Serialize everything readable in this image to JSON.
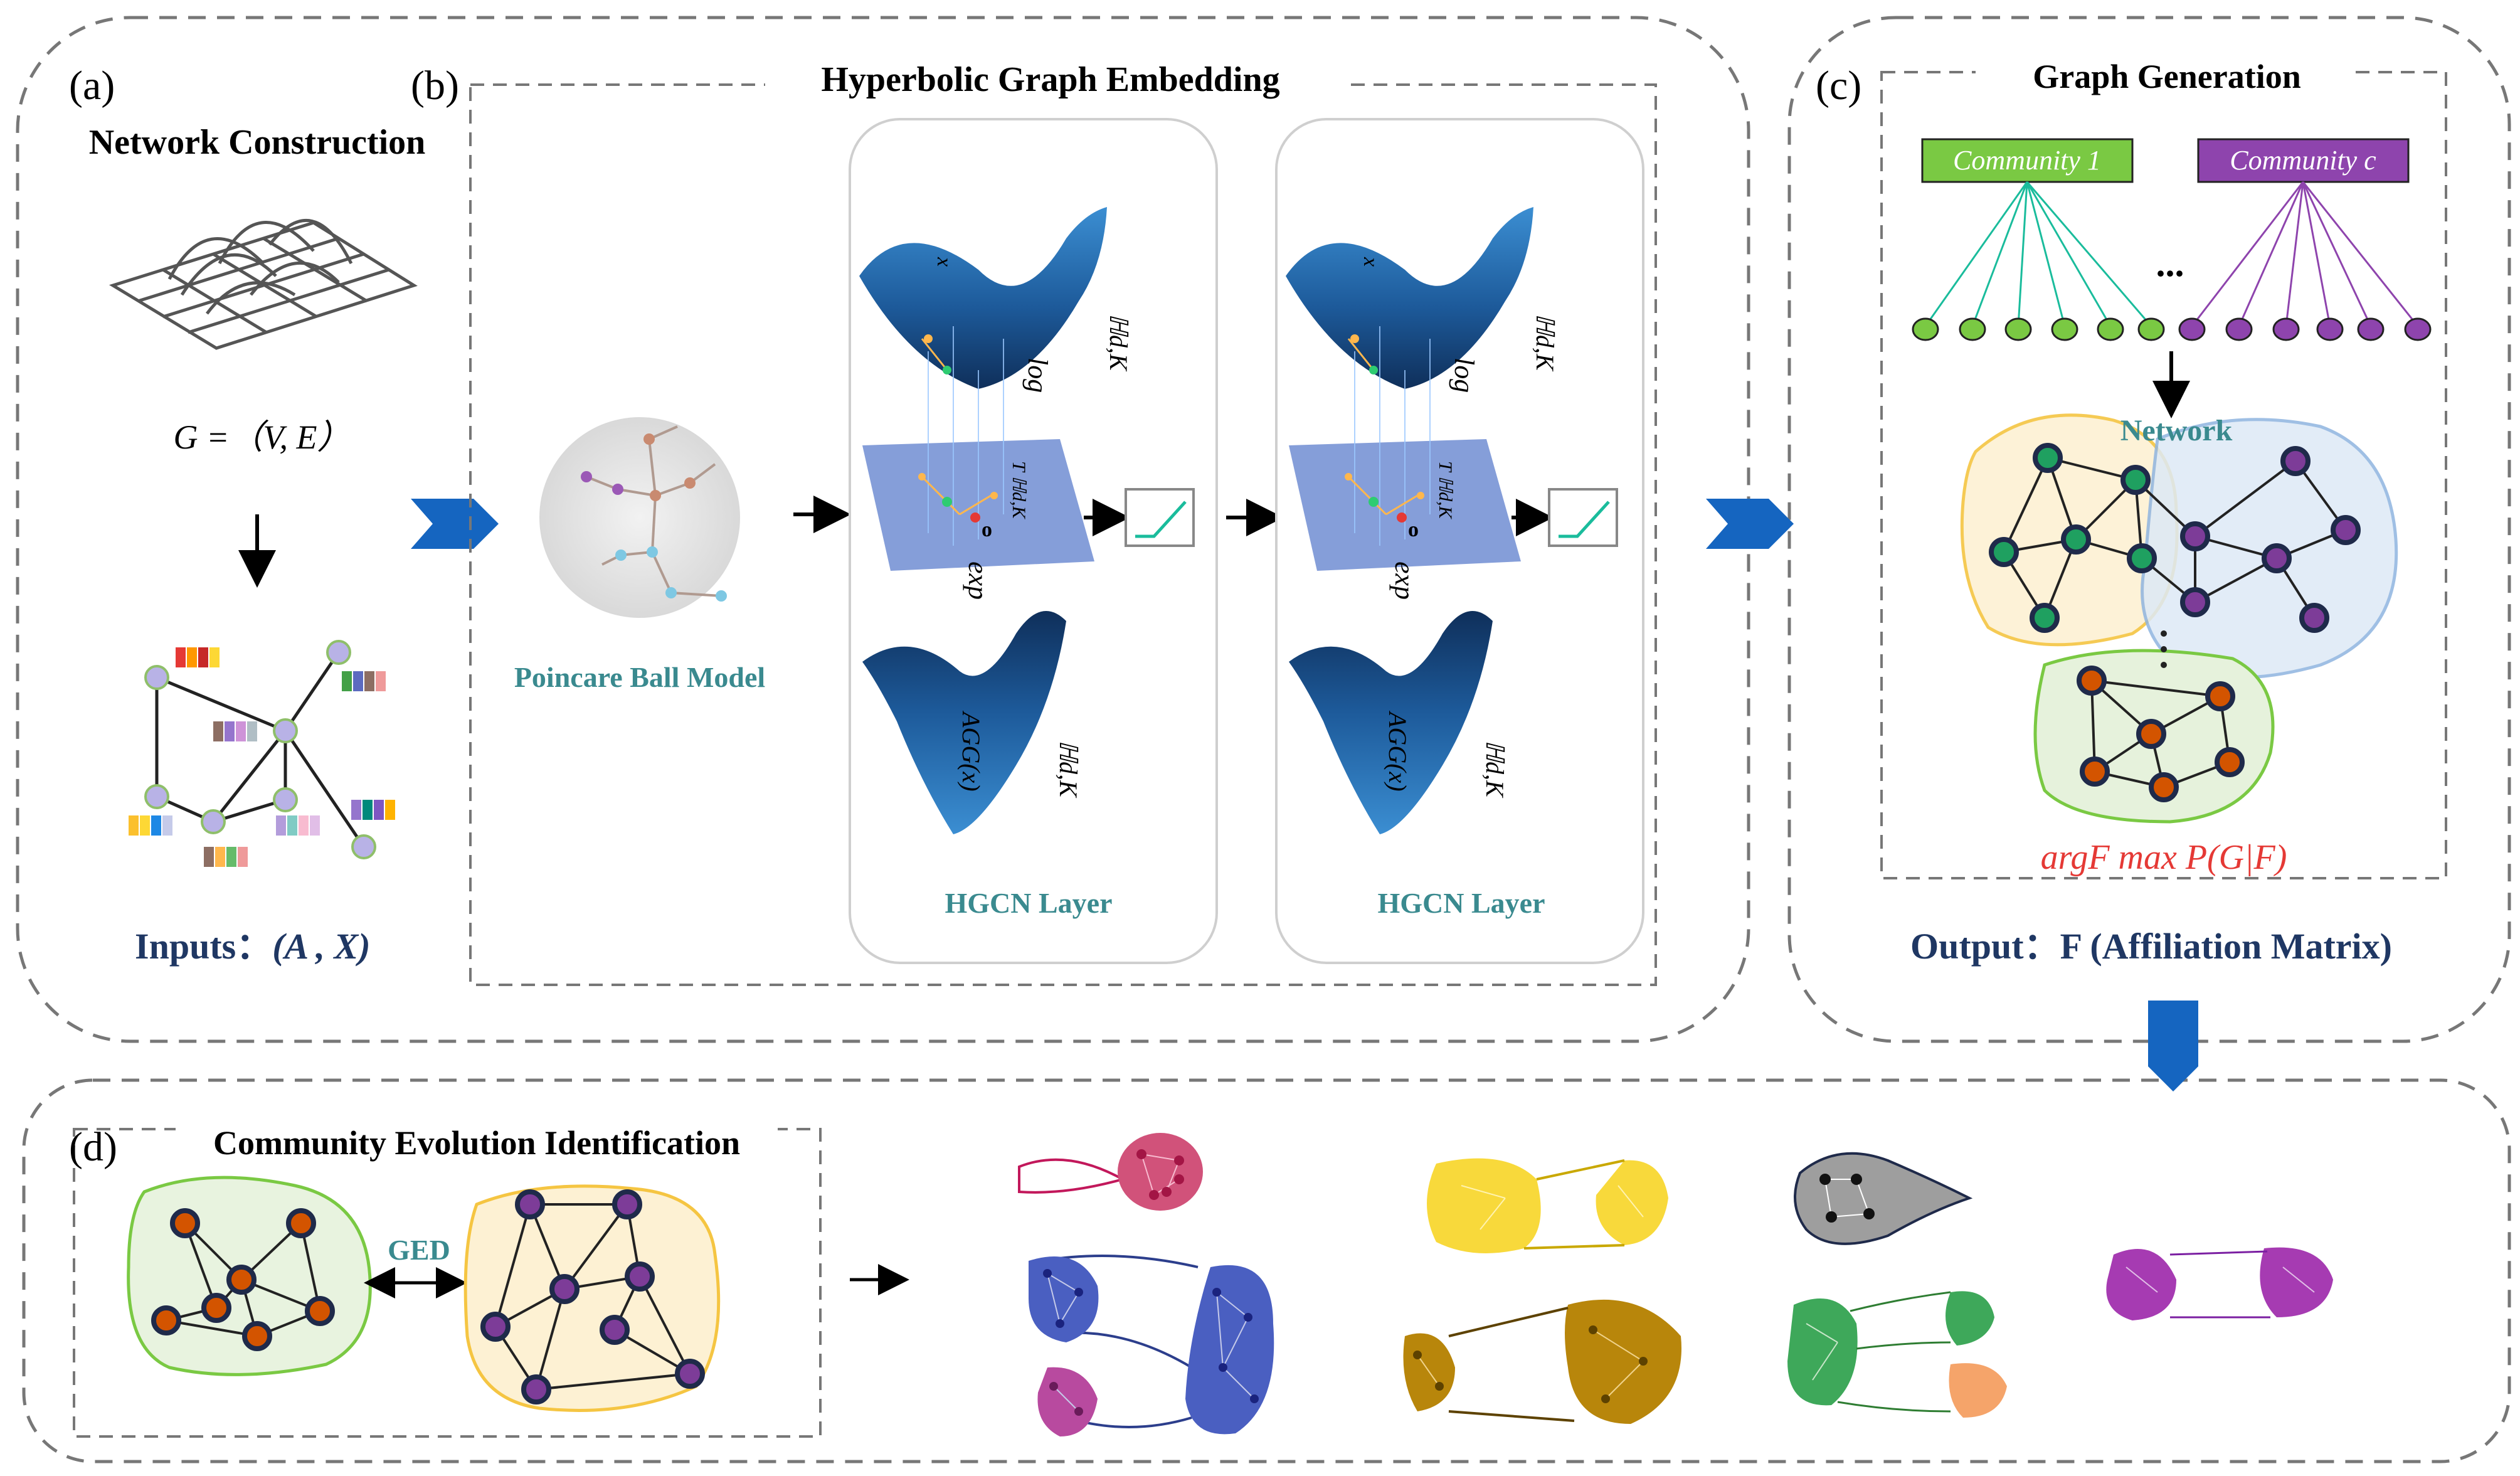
{
  "panels": {
    "a": {
      "tag": "(a)",
      "title": "Network Construction",
      "graph_label": "G =（V, E）",
      "inputs_label": "Inputs：",
      "inputs_vars": "(A , X)"
    },
    "b": {
      "tag": "(b)",
      "title": "Hyperbolic Graph Embedding",
      "poincare_label": "Poincare Ball Model",
      "layer_label": "HGCN Layer",
      "math": {
        "hyper_space": "ℍd,K",
        "log_map": "log",
        "exp_map": "exp",
        "tangent_space": "T ℍd,K",
        "origin": "o",
        "point": "x",
        "aggregation": "AGG(x)"
      }
    },
    "c": {
      "tag": "(c)",
      "title": "Graph Generation",
      "community_1": "Community 1",
      "community_c": "Community c",
      "dots": "...",
      "network_label": "Network",
      "objective": "argF max P(G|F)",
      "output_label": "Output：",
      "output_value": "F (Affiliation Matrix)"
    },
    "d": {
      "tag": "(d)",
      "title": "Community Evolution Identification",
      "ged_label": "GED"
    }
  },
  "colors": {
    "green_comm": "#7ac943",
    "purple_comm": "#8e44ad",
    "teal_text": "#3a8a8f",
    "navy_text": "#1f3763",
    "arrow_blue": "#1565c0",
    "objective_red": "#e53935"
  }
}
